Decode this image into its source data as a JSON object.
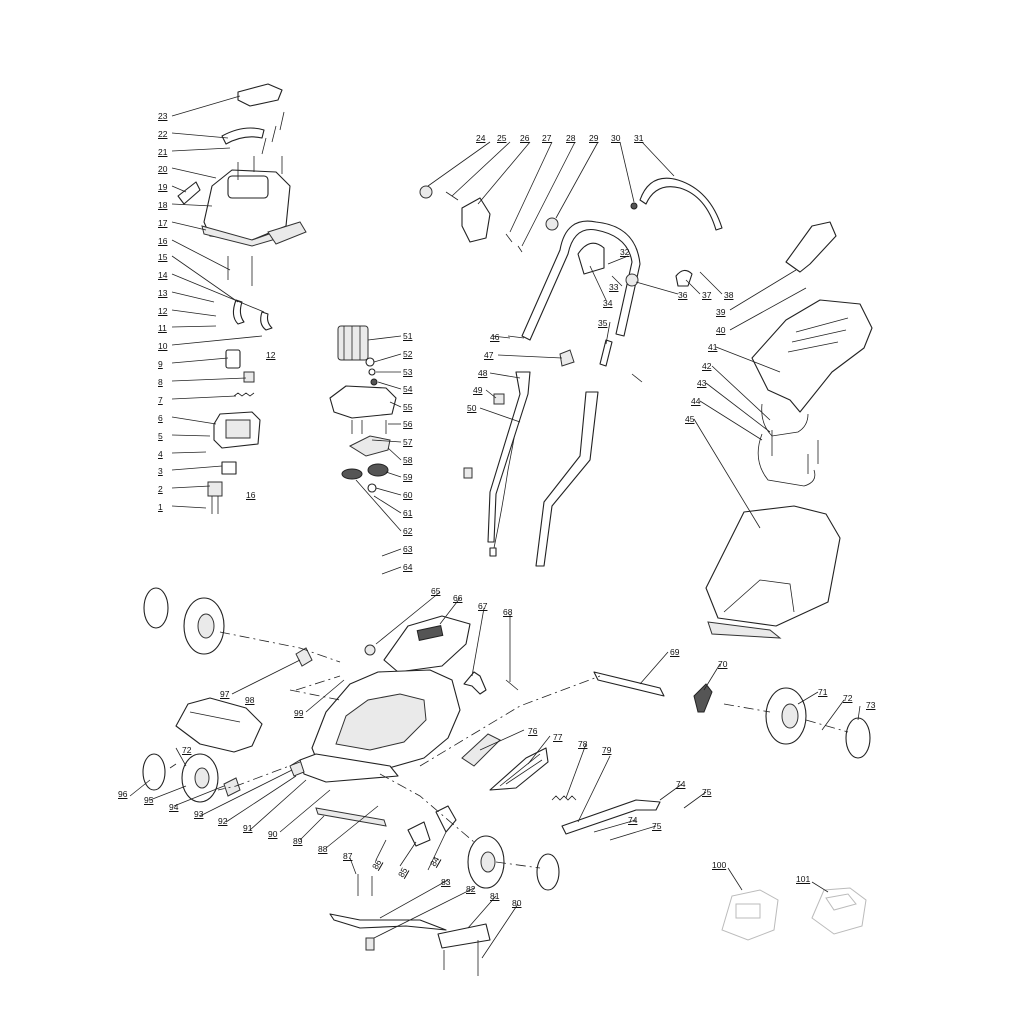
{
  "diagram": {
    "type": "exploded-parts-view",
    "callouts": [
      "1",
      "2",
      "3",
      "4",
      "5",
      "6",
      "7",
      "8",
      "9",
      "10",
      "11",
      "12",
      "12",
      "13",
      "14",
      "15",
      "16",
      "16",
      "17",
      "18",
      "19",
      "20",
      "21",
      "22",
      "23",
      "24",
      "25",
      "26",
      "27",
      "28",
      "29",
      "30",
      "31",
      "32",
      "33",
      "34",
      "35",
      "36",
      "37",
      "38",
      "39",
      "40",
      "41",
      "42",
      "43",
      "44",
      "45",
      "46",
      "47",
      "48",
      "49",
      "50",
      "51",
      "52",
      "53",
      "54",
      "55",
      "56",
      "57",
      "58",
      "59",
      "60",
      "61",
      "62",
      "63",
      "64",
      "65",
      "66",
      "67",
      "68",
      "69",
      "70",
      "71",
      "72",
      "72",
      "73",
      "74",
      "74",
      "75",
      "75",
      "76",
      "77",
      "78",
      "79",
      "80",
      "81",
      "82",
      "83",
      "84",
      "85",
      "86",
      "87",
      "88",
      "89",
      "90",
      "91",
      "92",
      "93",
      "94",
      "95",
      "96",
      "97",
      "98",
      "99",
      "100",
      "101"
    ]
  }
}
